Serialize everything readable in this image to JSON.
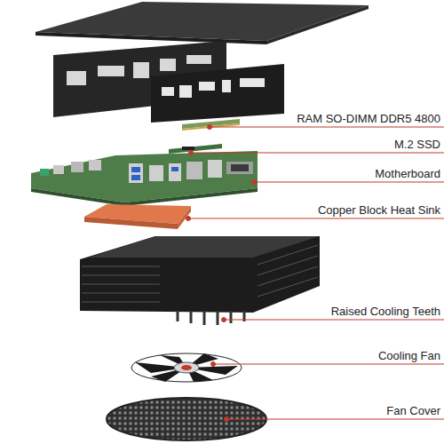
{
  "diagram": {
    "labels": [
      "RAM SO-DIMM DDR5 4800",
      "M.2 SSD",
      "Motherboard",
      "Copper Block Heat Sink",
      "Raised Cooling Teeth",
      "Cooling Fan",
      "Fan Cover"
    ]
  }
}
